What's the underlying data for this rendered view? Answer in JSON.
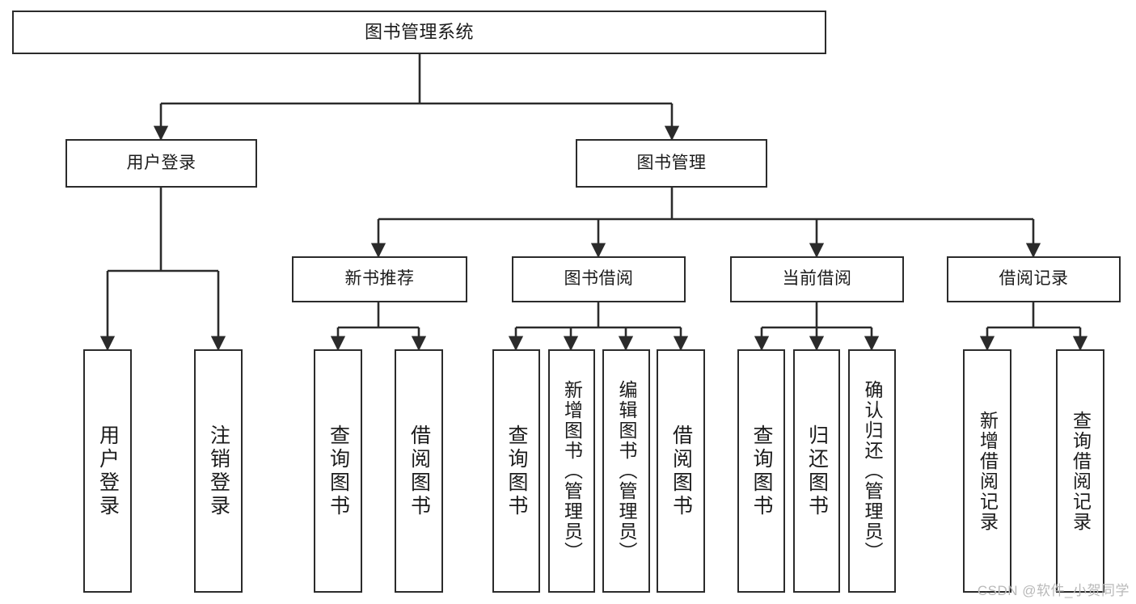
{
  "diagram": {
    "type": "tree-hierarchy",
    "title": "图书管理系统",
    "orientation": "top-down",
    "background_color": "#ffffff",
    "line_color": "#2b2b2b",
    "box_fill": "#ffffff",
    "text_color": "#1b1b1b"
  },
  "watermark": {
    "text": "CSDN @软件_小贺同学",
    "color": "#b9b9b9"
  },
  "nodes": {
    "root": {
      "label": "图书管理系统"
    },
    "tier1": [
      {
        "id": "user-login",
        "label": "用户登录"
      },
      {
        "id": "book-manage",
        "label": "图书管理"
      }
    ],
    "tier2": [
      {
        "id": "new-book-recommend",
        "label": "新书推荐"
      },
      {
        "id": "book-borrow",
        "label": "图书借阅"
      },
      {
        "id": "current-borrow",
        "label": "当前借阅"
      },
      {
        "id": "borrow-record",
        "label": "借阅记录"
      }
    ],
    "leaves": {
      "user_login": [
        {
          "id": "leaf-user-login",
          "label": "用户登录"
        },
        {
          "id": "leaf-user-logout",
          "label": "注销登录"
        }
      ],
      "new_book_recommend": [
        {
          "id": "leaf-query-book-1",
          "label": "查询图书"
        },
        {
          "id": "leaf-borrow-book-1",
          "label": "借阅图书"
        }
      ],
      "book_borrow": [
        {
          "id": "leaf-query-book-2",
          "label": "查询图书"
        },
        {
          "id": "leaf-add-book",
          "label": "新增图书（管理员）"
        },
        {
          "id": "leaf-edit-book",
          "label": "编辑图书（管理员）"
        },
        {
          "id": "leaf-borrow-book-2",
          "label": "借阅图书"
        }
      ],
      "current_borrow": [
        {
          "id": "leaf-query-book-3",
          "label": "查询图书"
        },
        {
          "id": "leaf-return-book",
          "label": "归还图书"
        },
        {
          "id": "leaf-confirm-return",
          "label": "确认归还（管理员）"
        }
      ],
      "borrow_record": [
        {
          "id": "leaf-add-record",
          "label": "新增借阅记录"
        },
        {
          "id": "leaf-query-record",
          "label": "查询借阅记录"
        }
      ]
    }
  }
}
